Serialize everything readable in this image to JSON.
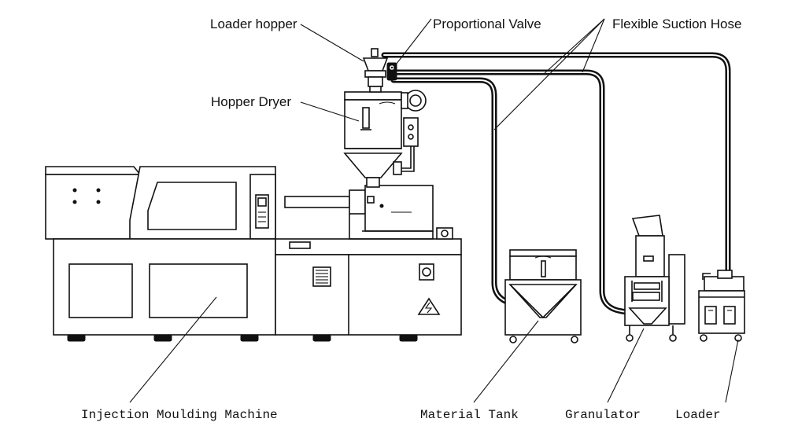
{
  "labels": {
    "loader_hopper": "Loader hopper",
    "proportional_valve": "Proportional Valve",
    "flexible_suction_hose": "Flexible Suction Hose",
    "hopper_dryer": "Hopper Dryer",
    "injection_moulding_machine": "Injection Moulding Machine",
    "material_tank": "Material Tank",
    "granulator": "Granulator",
    "loader": "Loader"
  }
}
